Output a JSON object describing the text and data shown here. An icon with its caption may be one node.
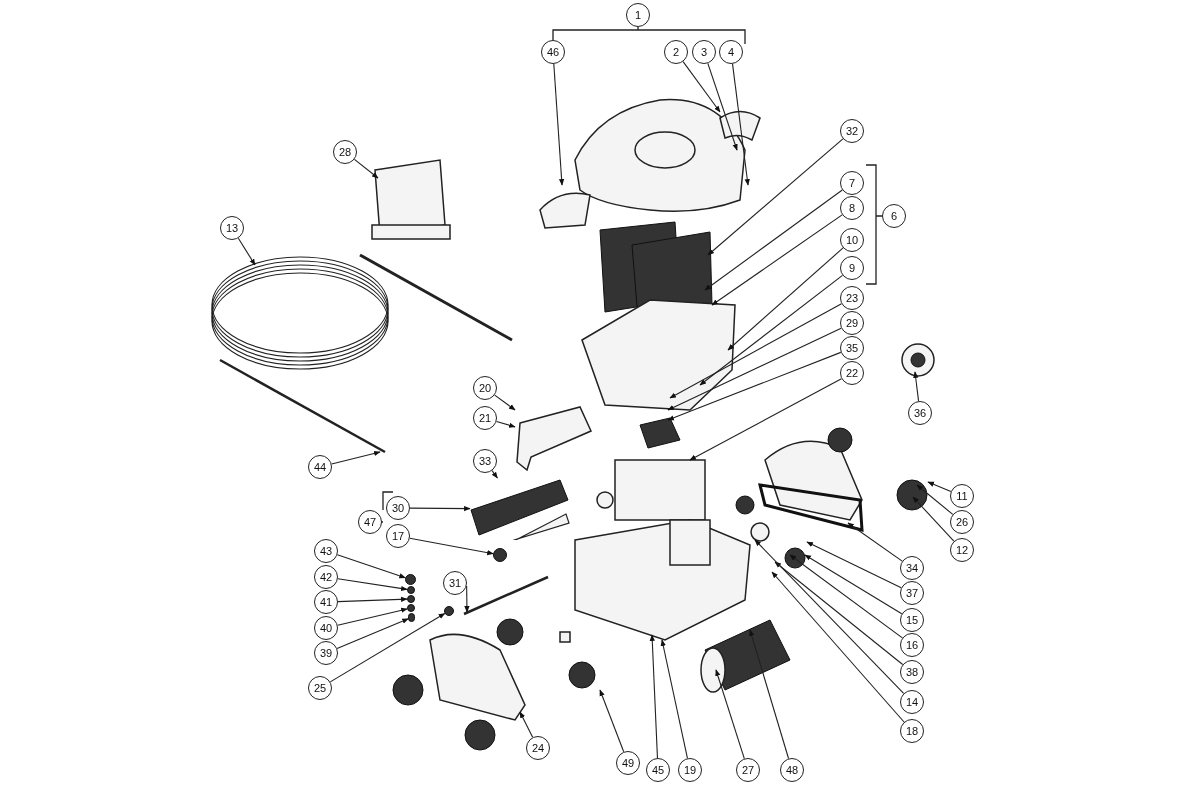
{
  "diagram": {
    "nodes": [
      {
        "text": [
          "1"
        ]
      },
      {
        "text": [
          "46"
        ]
      },
      {
        "text": [
          "2"
        ]
      },
      {
        "text": [
          "3"
        ]
      },
      {
        "text": [
          "4"
        ]
      },
      {
        "text": [
          "32"
        ]
      },
      {
        "text": [
          "28"
        ]
      },
      {
        "text": [
          "7"
        ]
      },
      {
        "text": [
          "8"
        ]
      },
      {
        "text": [
          "6"
        ]
      },
      {
        "text": [
          "13"
        ]
      },
      {
        "text": [
          "10"
        ]
      },
      {
        "text": [
          "9"
        ]
      },
      {
        "text": [
          "23"
        ]
      },
      {
        "text": [
          "29"
        ]
      },
      {
        "text": [
          "35"
        ]
      },
      {
        "text": [
          "22"
        ]
      },
      {
        "text": [
          "20"
        ]
      },
      {
        "text": [
          "36"
        ]
      },
      {
        "text": [
          "21"
        ]
      },
      {
        "text": [
          "33"
        ]
      },
      {
        "text": [
          "44"
        ]
      },
      {
        "text": [
          "11"
        ]
      },
      {
        "text": [
          "30"
        ]
      },
      {
        "text": [
          "47"
        ]
      },
      {
        "text": [
          "26"
        ]
      },
      {
        "text": [
          "17"
        ]
      },
      {
        "text": [
          "12"
        ]
      },
      {
        "text": [
          "43"
        ]
      },
      {
        "text": [
          "34"
        ]
      },
      {
        "text": [
          "42"
        ]
      },
      {
        "text": [
          "31"
        ]
      },
      {
        "text": [
          "37"
        ]
      },
      {
        "text": [
          "41"
        ]
      },
      {
        "text": [
          "15"
        ]
      },
      {
        "text": [
          "40"
        ]
      },
      {
        "text": [
          "16"
        ]
      },
      {
        "text": [
          "39"
        ]
      },
      {
        "text": [
          "38"
        ]
      },
      {
        "text": [
          "25"
        ]
      },
      {
        "text": [
          "14"
        ]
      },
      {
        "text": [
          "18"
        ]
      },
      {
        "text": [
          "24"
        ]
      },
      {
        "text": [
          "49"
        ]
      },
      {
        "text": [
          "45"
        ]
      },
      {
        "text": [
          "19"
        ]
      },
      {
        "text": [
          "27"
        ]
      },
      {
        "text": [
          "48"
        ]
      },
      {
        "text": [],
        "shape": "picture"
      },
      {
        "text": [],
        "shape": "picture"
      },
      {
        "text": [],
        "shape": "circle"
      },
      {
        "text": [],
        "shape": "circle"
      },
      {
        "text": [],
        "shape": "circle"
      },
      {
        "text": [],
        "shape": "circle"
      },
      {
        "text": [],
        "shape": "circle"
      },
      {
        "text": [],
        "shape": "circle"
      },
      {
        "text": [],
        "shape": "bar"
      },
      {
        "text": [],
        "shape": "circle"
      }
    ],
    "edges": [
      {
        "from": 1,
        "to": null,
        "arrow": "to"
      },
      {
        "from": 2,
        "to": null,
        "arrow": "to"
      },
      {
        "from": 3,
        "to": null,
        "arrow": "to"
      },
      {
        "from": 4,
        "to": null,
        "arrow": "to"
      },
      {
        "from": 5,
        "to": null,
        "arrow": "to"
      },
      {
        "from": 6,
        "to": null,
        "arrow": "to"
      },
      {
        "from": 7,
        "to": null,
        "arrow": "to"
      },
      {
        "from": 8,
        "to": null,
        "arrow": "to"
      },
      {
        "from": 10,
        "to": null,
        "arrow": "to"
      },
      {
        "from": 11,
        "to": null,
        "arrow": "to"
      },
      {
        "from": 12,
        "to": null,
        "arrow": "to"
      },
      {
        "from": 13,
        "to": null,
        "arrow": "to"
      },
      {
        "from": 14,
        "to": null,
        "arrow": "to"
      },
      {
        "from": 15,
        "to": null,
        "arrow": "to"
      },
      {
        "from": 16,
        "to": null,
        "arrow": "to"
      },
      {
        "from": 17,
        "to": 48,
        "arrow": "to"
      },
      {
        "from": 18,
        "to": null,
        "arrow": "to"
      },
      {
        "from": 19,
        "to": 48,
        "arrow": "to"
      },
      {
        "from": 20,
        "to": 49,
        "arrow": "to"
      },
      {
        "from": 21,
        "to": null,
        "arrow": "to"
      },
      {
        "from": 22,
        "to": null,
        "arrow": "to"
      },
      {
        "from": 23,
        "to": 49,
        "arrow": "to"
      },
      {
        "from": 25,
        "to": null,
        "arrow": "to"
      },
      {
        "from": 26,
        "to": 50,
        "arrow": "to"
      },
      {
        "from": 27,
        "to": null,
        "arrow": "to"
      },
      {
        "from": 28,
        "to": 51,
        "arrow": "to"
      },
      {
        "from": 29,
        "to": null,
        "arrow": "to"
      },
      {
        "from": 30,
        "to": 52,
        "arrow": "to"
      },
      {
        "from": 31,
        "to": 56,
        "arrow": "to"
      },
      {
        "from": 32,
        "to": null,
        "arrow": "to"
      },
      {
        "from": 33,
        "to": 53,
        "arrow": "to"
      },
      {
        "from": 34,
        "to": null,
        "arrow": "to"
      },
      {
        "from": 35,
        "to": 54,
        "arrow": "to"
      },
      {
        "from": 36,
        "to": null,
        "arrow": "to"
      },
      {
        "from": 37,
        "to": 55,
        "arrow": "to"
      },
      {
        "from": 38,
        "to": null,
        "arrow": "to"
      },
      {
        "from": 39,
        "to": 57,
        "arrow": "to"
      },
      {
        "from": 40,
        "to": null,
        "arrow": "to"
      },
      {
        "from": 41,
        "to": null,
        "arrow": "to"
      },
      {
        "from": 42,
        "to": null,
        "arrow": "to"
      },
      {
        "from": 43,
        "to": null,
        "arrow": "to"
      },
      {
        "from": 44,
        "to": null,
        "arrow": "to"
      },
      {
        "from": 45,
        "to": null,
        "arrow": "to"
      },
      {
        "from": 46,
        "to": null,
        "arrow": "to"
      },
      {
        "from": 47,
        "to": null,
        "arrow": "to"
      }
    ]
  }
}
